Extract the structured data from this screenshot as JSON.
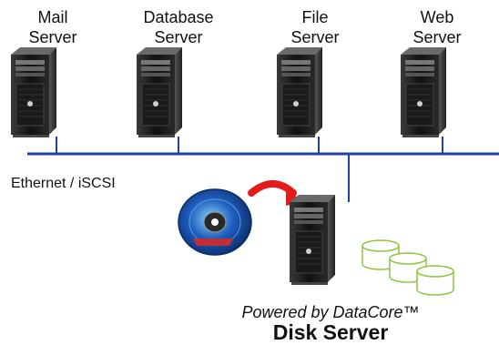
{
  "servers": [
    {
      "line1": "Mail",
      "line2": "Server"
    },
    {
      "line1": "Database",
      "line2": "Server"
    },
    {
      "line1": "File",
      "line2": "Server"
    },
    {
      "line1": "Web",
      "line2": "Server"
    }
  ],
  "network_label": "Ethernet / iSCSI",
  "powered_by": "Powered by DataCore™",
  "disk_server_label": "Disk Server",
  "colors": {
    "network": "#1f3fb3",
    "arrow": "#e41b1b",
    "cylinder": "#8cc63f",
    "tower": "#1b1b1b"
  }
}
